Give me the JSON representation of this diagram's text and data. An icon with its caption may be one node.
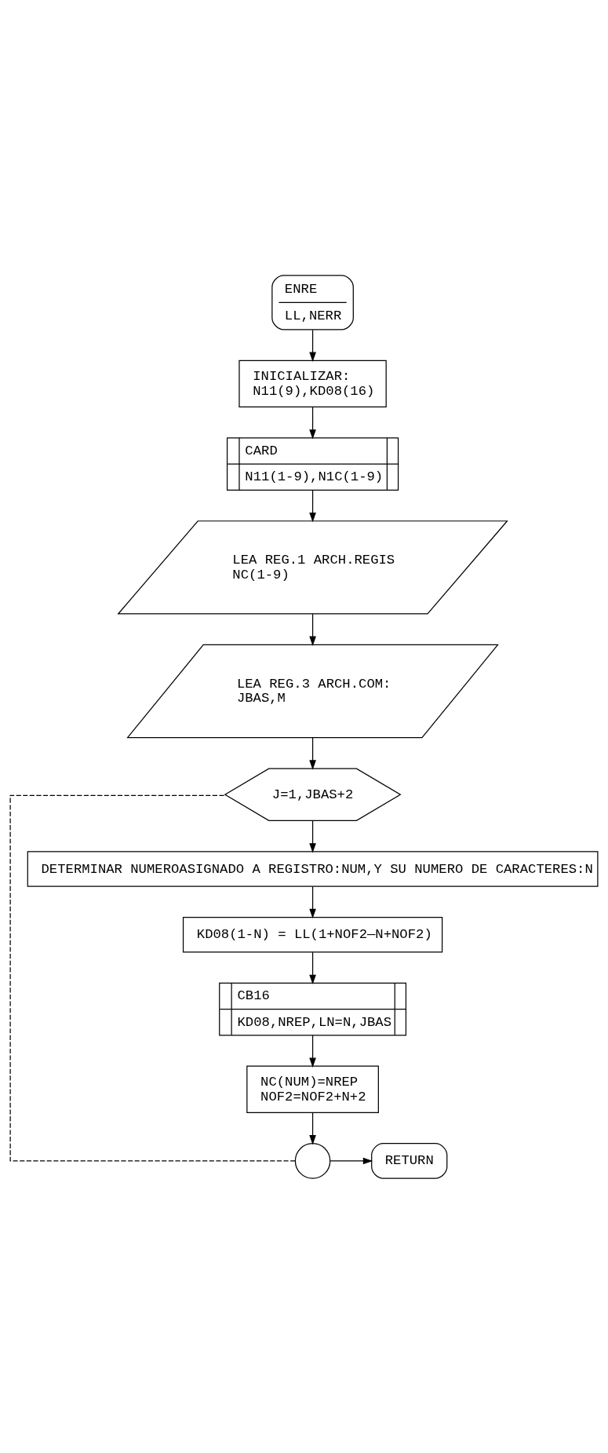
{
  "diagram": {
    "nodes": [
      {
        "text": [
          "ENRE",
          "LL,NERR"
        ]
      },
      {
        "text": [
          "INICIALIZAR:",
          "N11(9),KD08(16)"
        ]
      },
      {
        "text": [
          "CARD",
          "N11(1-9),N1C(1-9)"
        ]
      },
      {
        "text": [
          "LEA REG.1 ARCH.REGIS",
          "NC(1-9)"
        ]
      },
      {
        "text": [
          "LEA REG.3 ARCH.COM:",
          "JBAS,M"
        ]
      },
      {
        "text": [
          "J=1,JBAS+2"
        ]
      },
      {
        "text": [
          "DETERMINAR NUMEROASIGNADO A REGISTRO:NUM,Y SU NUMERO DE CARACTERES:N"
        ]
      },
      {
        "text": [
          "KD08(1-N) = LL(1+NOF2—N+NOF2)"
        ]
      },
      {
        "text": [
          "CB16",
          "KD08,NREP,LN=N,JBAS"
        ]
      },
      {
        "text": [
          "NC(NUM)=NREP",
          "NOF2=NOF2+N+2"
        ]
      },
      {
        "text": [],
        "shape": "circle"
      },
      {
        "text": [
          "RETURN"
        ]
      }
    ],
    "edges": [
      {
        "from": 0,
        "to": 1,
        "arrow": "to"
      },
      {
        "from": 1,
        "to": 2,
        "arrow": "to"
      },
      {
        "from": 2,
        "to": 3,
        "arrow": "to"
      },
      {
        "from": 3,
        "to": 4,
        "arrow": "to"
      },
      {
        "from": 4,
        "to": 5,
        "arrow": "to"
      },
      {
        "from": 5,
        "to": 6,
        "arrow": "to"
      },
      {
        "from": 6,
        "to": 7,
        "arrow": "to"
      },
      {
        "from": 7,
        "to": 8,
        "arrow": "to"
      },
      {
        "from": 8,
        "to": 9,
        "arrow": "to"
      },
      {
        "from": 9,
        "to": 10,
        "arrow": "to"
      },
      {
        "from": 10,
        "to": 5,
        "arrow": "none",
        "style": "dashed"
      },
      {
        "from": 10,
        "to": 11,
        "arrow": "to"
      }
    ]
  }
}
